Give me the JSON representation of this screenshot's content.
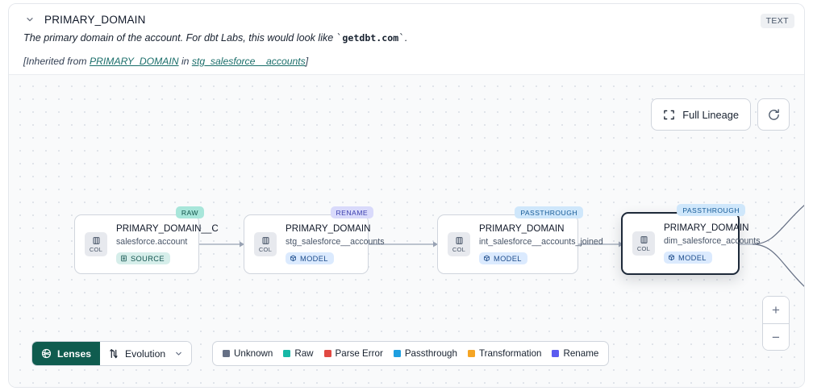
{
  "header": {
    "chevron_icon": "chevron-down-icon",
    "title": "PRIMARY_DOMAIN",
    "type_badge": "TEXT",
    "description_prefix": "The primary domain of the account. For dbt Labs, this would look like ",
    "description_code": "getdbt.com",
    "description_suffix": ".",
    "inherit_prefix": "[Inherited from ",
    "inherit_link_1": "PRIMARY_DOMAIN",
    "inherit_middle": " in ",
    "inherit_link_2": "stg_salesforce__accounts",
    "inherit_suffix": "]"
  },
  "toolbar": {
    "full_lineage_label": "Full Lineage",
    "full_lineage_icon": "expand-icon",
    "refresh_icon": "refresh-icon"
  },
  "zoom_controls": {
    "zoom_in_label": "+",
    "zoom_out_label": "−"
  },
  "lineage": {
    "col_badge_label": "COL",
    "nodes": [
      {
        "name": "PRIMARY_DOMAIN__C",
        "source": "salesforce.account",
        "materialization": "SOURCE",
        "materialization_icon": "database-icon",
        "tag": "RAW",
        "tag_kind": "raw",
        "selected": false
      },
      {
        "name": "PRIMARY_DOMAIN",
        "source": "stg_salesforce__accounts",
        "materialization": "MODEL",
        "materialization_icon": "cube-icon",
        "tag": "RENAME",
        "tag_kind": "rename",
        "selected": false
      },
      {
        "name": "PRIMARY_DOMAIN",
        "source": "int_salesforce__accounts_joined",
        "materialization": "MODEL",
        "materialization_icon": "cube-icon",
        "tag": "PASSTHROUGH",
        "tag_kind": "passthrough",
        "selected": false
      },
      {
        "name": "PRIMARY_DOMAIN",
        "source": "dim_salesforce_accounts",
        "materialization": "MODEL",
        "materialization_icon": "cube-icon",
        "tag": "PASSTHROUGH",
        "tag_kind": "passthrough",
        "selected": true
      }
    ]
  },
  "bottom_bar": {
    "lenses_label": "Lenses",
    "lenses_icon": "aperture-icon",
    "evolution_label": "Evolution",
    "evolution_icon": "evolution-arrows-icon",
    "evolution_caret": "⌄",
    "legend": [
      {
        "label": "Unknown",
        "color": "#667085"
      },
      {
        "label": "Raw",
        "color": "#17b8a6"
      },
      {
        "label": "Parse Error",
        "color": "#e14942"
      },
      {
        "label": "Passthrough",
        "color": "#1e9fe0"
      },
      {
        "label": "Transformation",
        "color": "#f5a524"
      },
      {
        "label": "Rename",
        "color": "#5b5bf0"
      }
    ]
  }
}
